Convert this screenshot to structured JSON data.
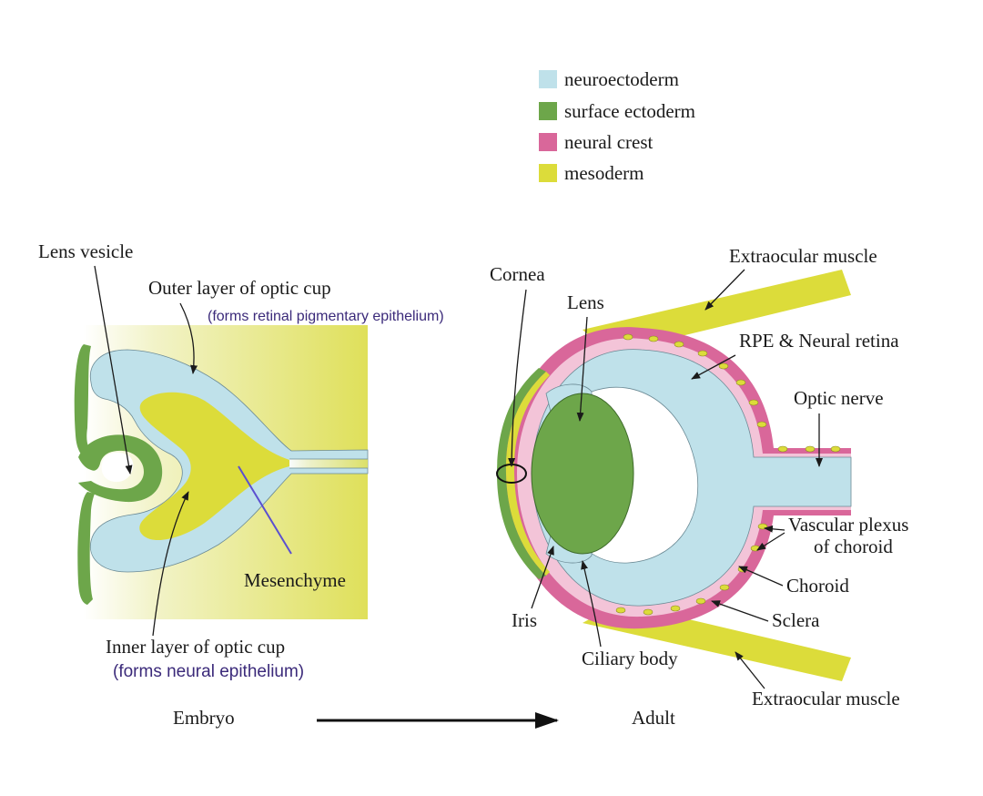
{
  "colors": {
    "neuroectoderm": "#bfe1ea",
    "surface_ectoderm": "#6da64a",
    "neural_crest": "#d9679a",
    "mesoderm": "#dcdc3a",
    "note_text": "#3b2a7a",
    "mesenchyme_line": "#5b4fd0"
  },
  "legend": [
    {
      "key": "neuroectoderm",
      "label": "neuroectoderm"
    },
    {
      "key": "surface_ectoderm",
      "label": "surface ectoderm"
    },
    {
      "key": "neural_crest",
      "label": "neural crest"
    },
    {
      "key": "mesoderm",
      "label": "mesoderm"
    }
  ],
  "embryo": {
    "lens_vesicle": "Lens vesicle",
    "outer_layer": "Outer layer of optic cup",
    "outer_note": "(forms retinal pigmentary epithelium)",
    "mesenchyme": "Mesenchyme",
    "inner_layer": "Inner layer of optic cup",
    "inner_note": "(forms neural epithelium)"
  },
  "adult": {
    "cornea": "Cornea",
    "lens": "Lens",
    "extraocular_top": "Extraocular muscle",
    "rpe": "RPE & Neural retina",
    "optic_nerve": "Optic nerve",
    "vascular_1": "Vascular plexus",
    "vascular_2": "of choroid",
    "choroid": "Choroid",
    "sclera": "Sclera",
    "iris": "Iris",
    "ciliary": "Ciliary body",
    "extraocular_bottom": "Extraocular muscle"
  },
  "footer": {
    "embryo": "Embryo",
    "adult": "Adult"
  }
}
